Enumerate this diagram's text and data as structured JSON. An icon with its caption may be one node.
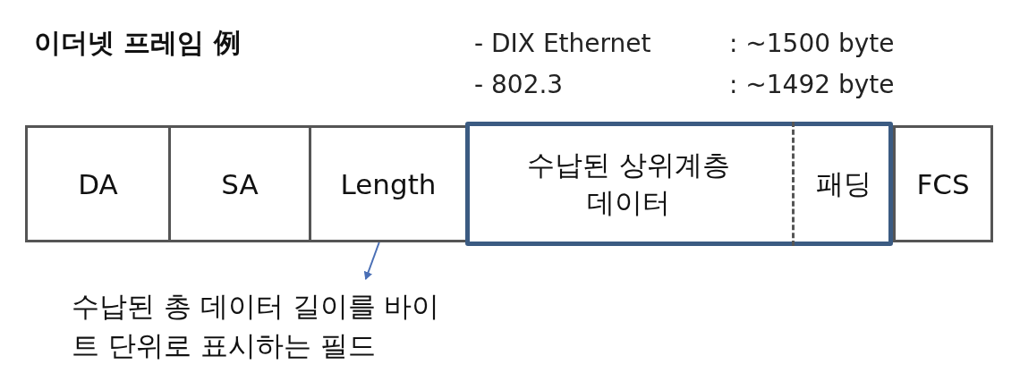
{
  "diagram": {
    "title": "이더넷 프레임 例",
    "nodes": [
      {
        "text": [
          "DA"
        ]
      },
      {
        "text": [
          "SA"
        ]
      },
      {
        "text": [
          "Length"
        ]
      },
      {
        "text": [],
        "shape": "box"
      },
      {
        "text": [
          "수납된 상위계층 데이터"
        ],
        "in": 3
      },
      {
        "text": [
          "패딩"
        ],
        "in": 3
      },
      {
        "text": [
          "FCS"
        ]
      },
      {
        "text": [
          "수납된 총 데이터 길이를 바이트 단위로 표시하는 필드"
        ]
      }
    ],
    "edges": [
      {
        "from": 2,
        "to": 7,
        "arrow": "to"
      }
    ],
    "labels": [
      "- DIX Ethernet",
      ": ~1500 byte",
      "- 802.3",
      ": ~1492 byte"
    ]
  }
}
